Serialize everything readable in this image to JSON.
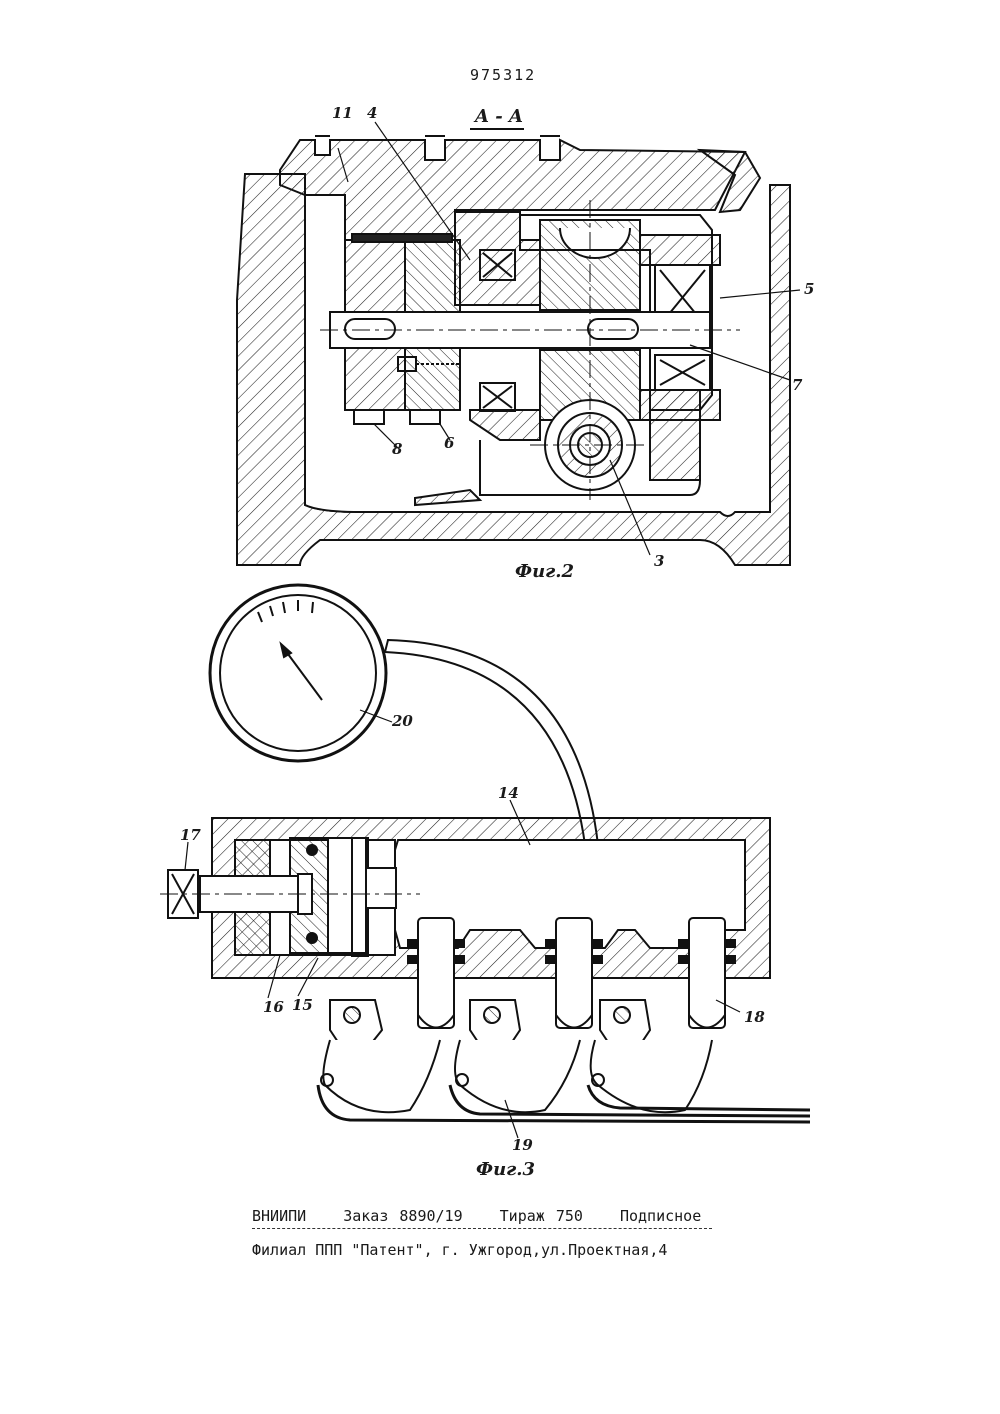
{
  "header": {
    "patent_number": "975312"
  },
  "figure2": {
    "section_label": "A - A",
    "caption": "Фиг.2",
    "labels": {
      "l11": "11",
      "l4": "4",
      "l5": "5",
      "l7": "7",
      "l8": "8",
      "l6": "6",
      "l3": "3"
    }
  },
  "figure3": {
    "caption": "Фиг.3",
    "labels": {
      "l20": "20",
      "l14": "14",
      "l17": "17",
      "l16": "16",
      "l15": "15",
      "l18": "18",
      "l19": "19"
    }
  },
  "imprint": {
    "org": "ВНИИПИ",
    "order": "Заказ 8890/19",
    "run": "Тираж 750",
    "type": "Подписное",
    "address": "Филиал ППП \"Патент\", г. Ужгород,ул.Проектная,4"
  }
}
